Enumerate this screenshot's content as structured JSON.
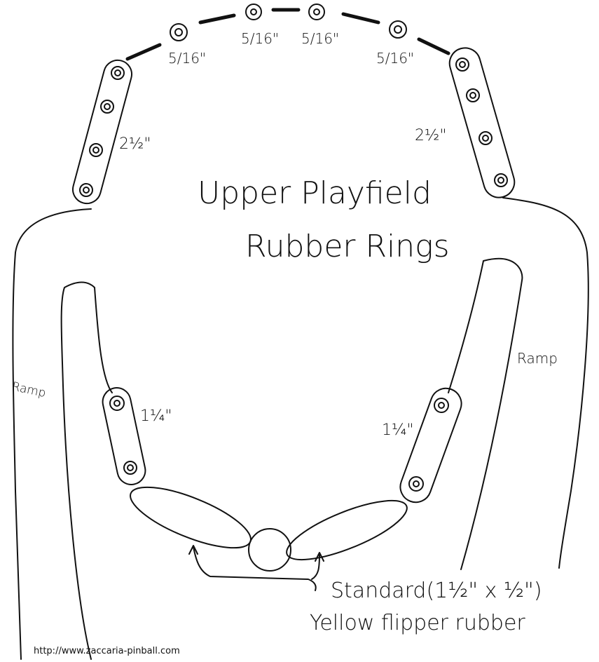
{
  "title": {
    "line1": "Upper Playfield",
    "line2": "Rubber Rings"
  },
  "top_ring_labels": [
    "5/16\"",
    "5/16\"",
    "5/16\"",
    "5/16\""
  ],
  "side_ring_labels": {
    "left": "2½\"",
    "right": "2½\""
  },
  "lower_ring_labels": {
    "left": "1¼\"",
    "right": "1¼\""
  },
  "ramp_labels": {
    "left": "Ramp",
    "right": "Ramp"
  },
  "flipper_note": {
    "line1": "Standard(1½\" x ½\")",
    "line2": "Yellow flipper rubber"
  },
  "footer_url": "http://www.zaccaria-pinball.com"
}
